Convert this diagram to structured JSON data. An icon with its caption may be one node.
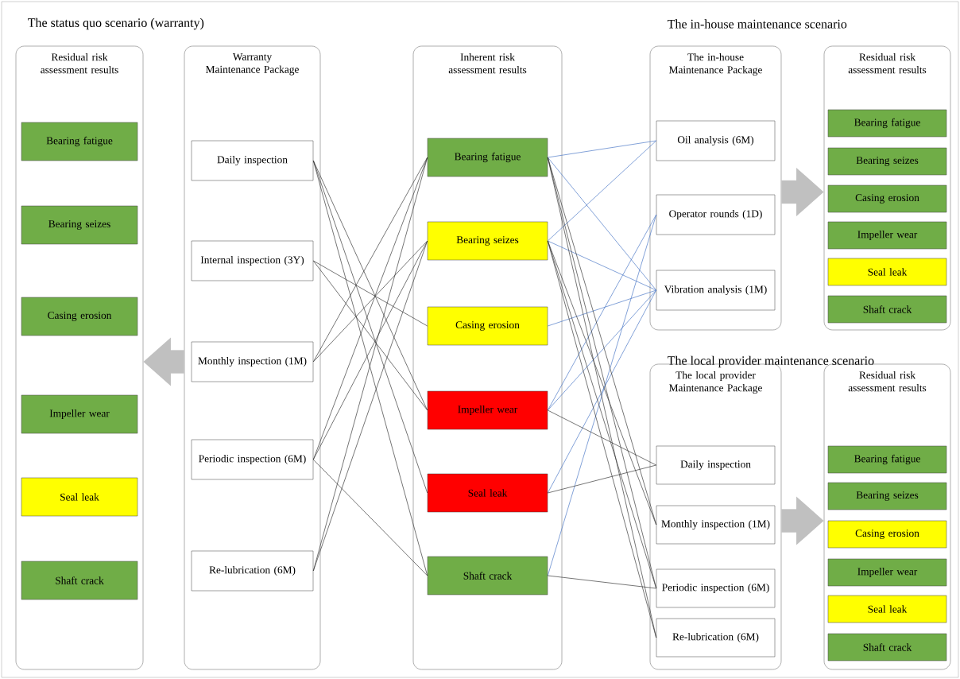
{
  "diagram": {
    "nodes": [
      {
        "text": [
          "Residual risk assessment results"
        ]
      },
      {
        "text": [
          "Bearing fatigue"
        ],
        "in": 0
      },
      {
        "text": [
          "Bearing seizes"
        ],
        "in": 0
      },
      {
        "text": [
          "Casing erosion"
        ],
        "in": 0
      },
      {
        "text": [
          "Impeller wear"
        ],
        "in": 0
      },
      {
        "text": [
          "Seal leak"
        ],
        "in": 0
      },
      {
        "text": [
          "Shaft crack"
        ],
        "in": 0
      },
      {
        "text": [
          "Warranty Maintenance Package"
        ]
      },
      {
        "text": [
          "Daily inspection"
        ],
        "in": 7
      },
      {
        "text": [
          "Internal inspection (3Y)"
        ],
        "in": 7
      },
      {
        "text": [
          "Monthly inspection (1M)"
        ],
        "in": 7
      },
      {
        "text": [
          "Periodic inspection (6M)"
        ],
        "in": 7
      },
      {
        "text": [
          "Re-lubrication (6M)"
        ],
        "in": 7
      },
      {
        "text": [
          "Inherent risk assessment results"
        ]
      },
      {
        "text": [
          "Bearing fatigue"
        ],
        "in": 13
      },
      {
        "text": [
          "Bearing seizes"
        ],
        "in": 13
      },
      {
        "text": [
          "Casing erosion"
        ],
        "in": 13
      },
      {
        "text": [
          "Impeller wear"
        ],
        "in": 13
      },
      {
        "text": [
          "Seal leak"
        ],
        "in": 13
      },
      {
        "text": [
          "Shaft crack"
        ],
        "in": 13
      },
      {
        "text": [
          "The in-house Maintenance Package"
        ]
      },
      {
        "text": [
          "Oil analysis (6M)"
        ],
        "in": 20
      },
      {
        "text": [
          "Operator rounds (1D)"
        ],
        "in": 20
      },
      {
        "text": [
          "Vibration analysis (1M)"
        ],
        "in": 20
      },
      {
        "text": [
          "Residual risk assessment results"
        ]
      },
      {
        "text": [
          "Bearing fatigue"
        ],
        "in": 24
      },
      {
        "text": [
          "Bearing seizes"
        ],
        "in": 24
      },
      {
        "text": [
          "Casing erosion"
        ],
        "in": 24
      },
      {
        "text": [
          "Impeller wear"
        ],
        "in": 24
      },
      {
        "text": [
          "Seal leak"
        ],
        "in": 24
      },
      {
        "text": [
          "Shaft crack"
        ],
        "in": 24
      },
      {
        "text": [
          "The local provider Maintenance Package"
        ]
      },
      {
        "text": [
          "Daily inspection"
        ],
        "in": 31
      },
      {
        "text": [
          "Monthly inspection (1M)"
        ],
        "in": 31
      },
      {
        "text": [
          "Periodic inspection (6M)"
        ],
        "in": 31
      },
      {
        "text": [
          "Re-lubrication (6M)"
        ],
        "in": 31
      },
      {
        "text": [
          "Residual risk assessment results"
        ]
      },
      {
        "text": [
          "Bearing fatigue"
        ],
        "in": 36
      },
      {
        "text": [
          "Bearing seizes"
        ],
        "in": 36
      },
      {
        "text": [
          "Casing erosion"
        ],
        "in": 36
      },
      {
        "text": [
          "Impeller wear"
        ],
        "in": 36
      },
      {
        "text": [
          "Seal leak"
        ],
        "in": 36
      },
      {
        "text": [
          "Shaft crack"
        ],
        "in": 36
      }
    ],
    "edges": [
      {
        "from": 8,
        "to": 17,
        "arrow": "none"
      },
      {
        "from": 8,
        "to": 18,
        "arrow": "none"
      },
      {
        "from": 8,
        "to": 19,
        "arrow": "none"
      },
      {
        "from": 9,
        "to": 16,
        "arrow": "none"
      },
      {
        "from": 9,
        "to": 17,
        "arrow": "none"
      },
      {
        "from": 10,
        "to": 14,
        "arrow": "none"
      },
      {
        "from": 10,
        "to": 15,
        "arrow": "none"
      },
      {
        "from": 11,
        "to": 14,
        "arrow": "none"
      },
      {
        "from": 11,
        "to": 15,
        "arrow": "none"
      },
      {
        "from": 11,
        "to": 19,
        "arrow": "none"
      },
      {
        "from": 12,
        "to": 14,
        "arrow": "none"
      },
      {
        "from": 12,
        "to": 15,
        "arrow": "none"
      },
      {
        "from": 14,
        "to": 21,
        "arrow": "none",
        "color": "#4472c4"
      },
      {
        "from": 14,
        "to": 23,
        "arrow": "none",
        "color": "#4472c4"
      },
      {
        "from": 15,
        "to": 21,
        "arrow": "none",
        "color": "#4472c4"
      },
      {
        "from": 15,
        "to": 23,
        "arrow": "none",
        "color": "#4472c4"
      },
      {
        "from": 16,
        "to": 23,
        "arrow": "none",
        "color": "#4472c4"
      },
      {
        "from": 17,
        "to": 22,
        "arrow": "none",
        "color": "#4472c4"
      },
      {
        "from": 17,
        "to": 23,
        "arrow": "none",
        "color": "#4472c4"
      },
      {
        "from": 18,
        "to": 23,
        "arrow": "none",
        "color": "#4472c4"
      },
      {
        "from": 19,
        "to": 22,
        "arrow": "none",
        "color": "#4472c4"
      },
      {
        "from": 14,
        "to": 33,
        "arrow": "none"
      },
      {
        "from": 14,
        "to": 34,
        "arrow": "none"
      },
      {
        "from": 14,
        "to": 35,
        "arrow": "none"
      },
      {
        "from": 15,
        "to": 33,
        "arrow": "none"
      },
      {
        "from": 15,
        "to": 34,
        "arrow": "none"
      },
      {
        "from": 15,
        "to": 35,
        "arrow": "none"
      },
      {
        "from": 17,
        "to": 32,
        "arrow": "none"
      },
      {
        "from": 18,
        "to": 32,
        "arrow": "none"
      },
      {
        "from": 19,
        "to": 34,
        "arrow": "none"
      },
      {
        "from": 7,
        "to": 0,
        "arrow": "to",
        "style": "thick",
        "color": "#c0c0c0"
      },
      {
        "from": 20,
        "to": 24,
        "arrow": "to",
        "style": "thick",
        "color": "#c0c0c0"
      },
      {
        "from": 31,
        "to": 36,
        "arrow": "to",
        "style": "thick",
        "color": "#c0c0c0"
      }
    ],
    "labels": [
      "The status quo scenario (warranty)",
      "The in-house maintenance scenario",
      "The local provider maintenance scenario"
    ]
  }
}
